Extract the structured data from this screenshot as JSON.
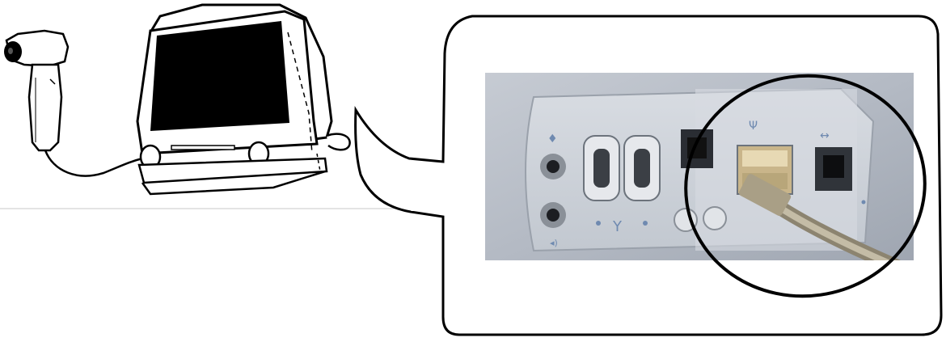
{
  "figure": {
    "items": [
      {
        "name": "handheld-camera",
        "icon": "camera-icon"
      },
      {
        "name": "computer",
        "icon": "computer-icon"
      },
      {
        "name": "usb-cable",
        "icon": "cable-icon"
      },
      {
        "name": "callout-balloon",
        "icon": "speech-balloon-icon"
      },
      {
        "name": "port-panel-photo",
        "icon": "photo-icon"
      },
      {
        "name": "usb-port-highlight",
        "icon": "circle-highlight-icon"
      }
    ],
    "port_symbols": {
      "audio_in": "♦",
      "audio_out": "◂)",
      "firewire": "Y",
      "usb": "Ψ",
      "ethernet": "↔"
    },
    "colors": {
      "line": "#000000",
      "panel_bg": "#c9ced6",
      "panel_dark": "#6c737c",
      "port_blue": "#6f8ab0",
      "highlight": "#000000"
    }
  }
}
